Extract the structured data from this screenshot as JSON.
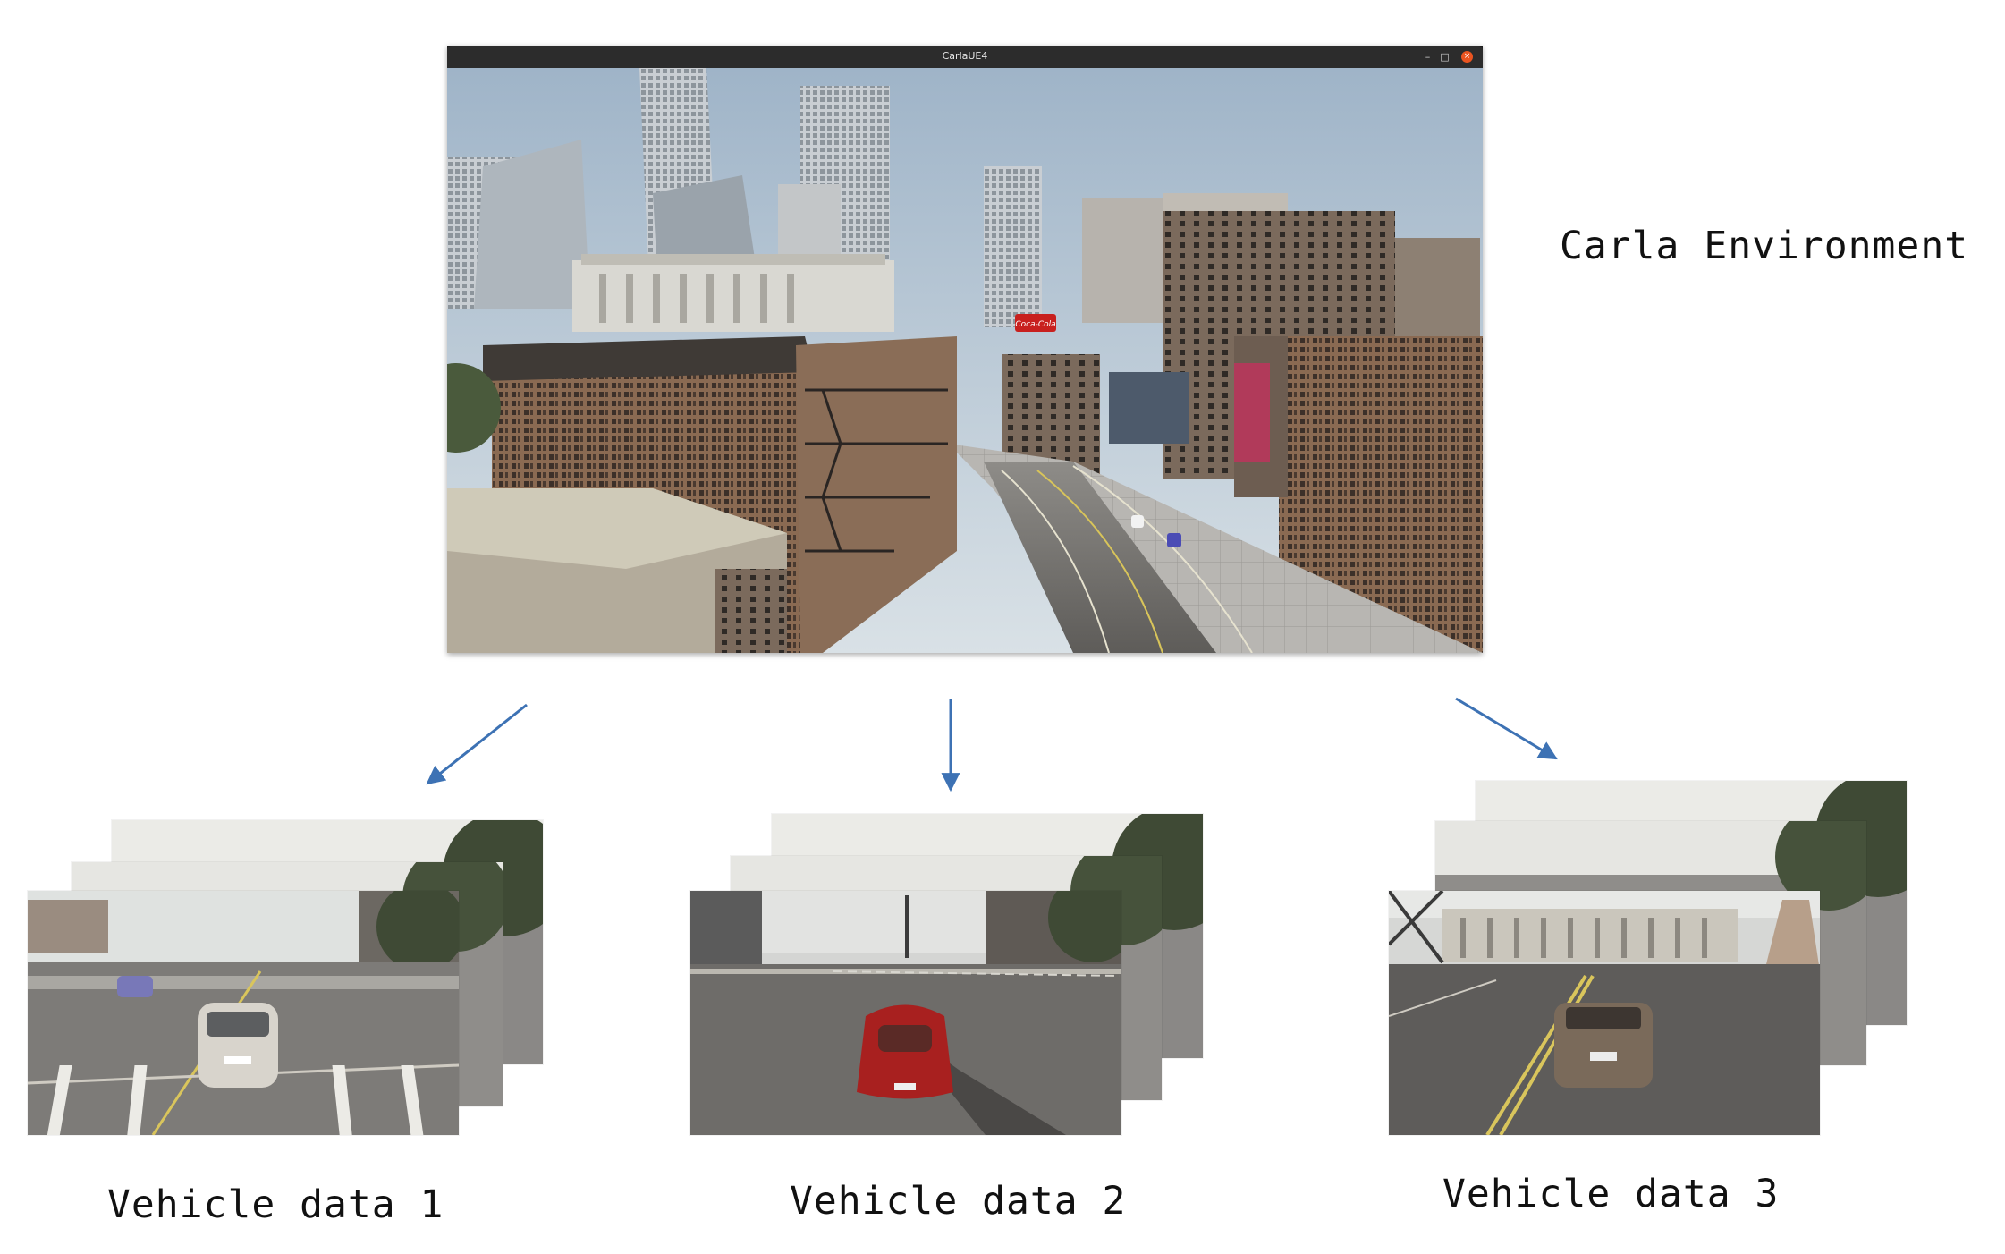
{
  "window": {
    "title": "CarlaUE4",
    "controls": {
      "minimize": "–",
      "maximize": "□",
      "close": "×"
    }
  },
  "environment_label": "Carla Environment",
  "vehicles": [
    {
      "label": "Vehicle data 1",
      "car_color": "#d8d4cc"
    },
    {
      "label": "Vehicle data 2",
      "car_color": "#a8201f"
    },
    {
      "label": "Vehicle data 3",
      "car_color": "#7a6a5a"
    }
  ],
  "scene_text": {
    "billboard": "Coca-Cola"
  },
  "colors": {
    "arrow": "#3d72b4",
    "close_button": "#e95420"
  }
}
